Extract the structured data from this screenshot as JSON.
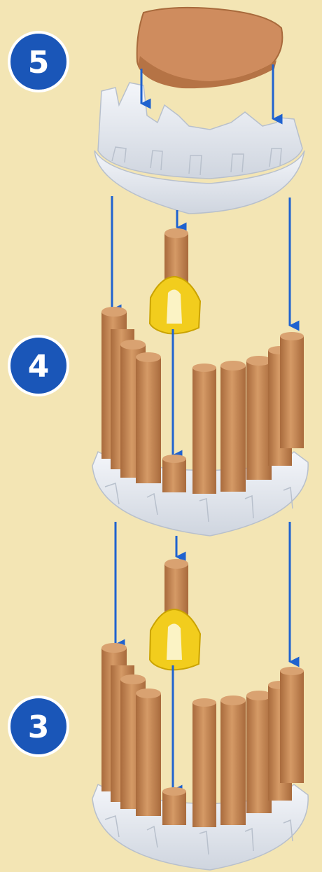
{
  "steps": [
    {
      "number": "5"
    },
    {
      "number": "4"
    },
    {
      "number": "3"
    }
  ],
  "colors": {
    "background": "#f3e5b4",
    "badge_blue": "#1a56b8",
    "arrow_blue": "#1f62cf",
    "log_brown": "#c98a56",
    "log_dark": "#a86a3c",
    "roof": "#cf8c5e",
    "stone": "#e4e8ef",
    "clip_yellow": "#f2cd1d"
  }
}
